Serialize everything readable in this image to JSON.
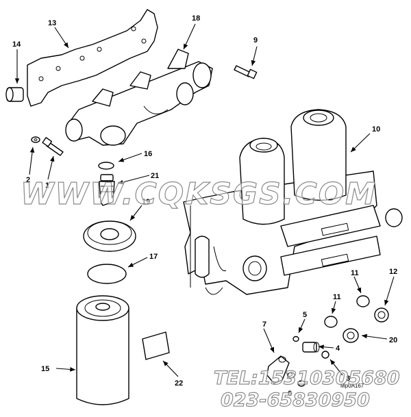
{
  "callouts": [
    "13",
    "14",
    "18",
    "9",
    "10",
    "16",
    "2",
    "1",
    "21",
    "19",
    "17",
    "11",
    "12",
    "5",
    "7",
    "4",
    "20",
    "6",
    "15",
    "22",
    "3"
  ],
  "watermark": {
    "site": "WWW.CQKSGS.COM",
    "tel": "TEL:15310305680",
    "phone": "023-65830950"
  },
  "stamp": "Mp0A167"
}
